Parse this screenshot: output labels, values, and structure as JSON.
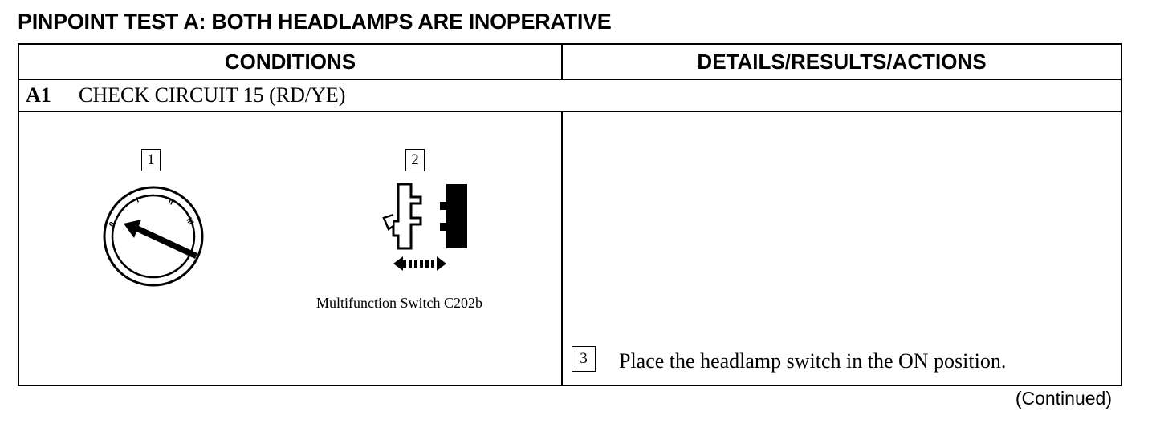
{
  "title": "PINPOINT TEST A:  BOTH HEADLAMPS ARE INOPERATIVE",
  "table": {
    "headers": {
      "conditions": "CONDITIONS",
      "details": "DETAILS/RESULTS/ACTIONS"
    },
    "step": {
      "id": "A1",
      "label": "CHECK CIRCUIT 15 (RD/YE)"
    },
    "callouts": [
      "1",
      "2",
      "3"
    ],
    "ignition_positions": [
      "0",
      "I",
      "II",
      "III"
    ],
    "connector_caption": "Multifunction Switch C202b",
    "action_text": "Place the headlamp switch in the ON position."
  },
  "footer": "(Continued)"
}
